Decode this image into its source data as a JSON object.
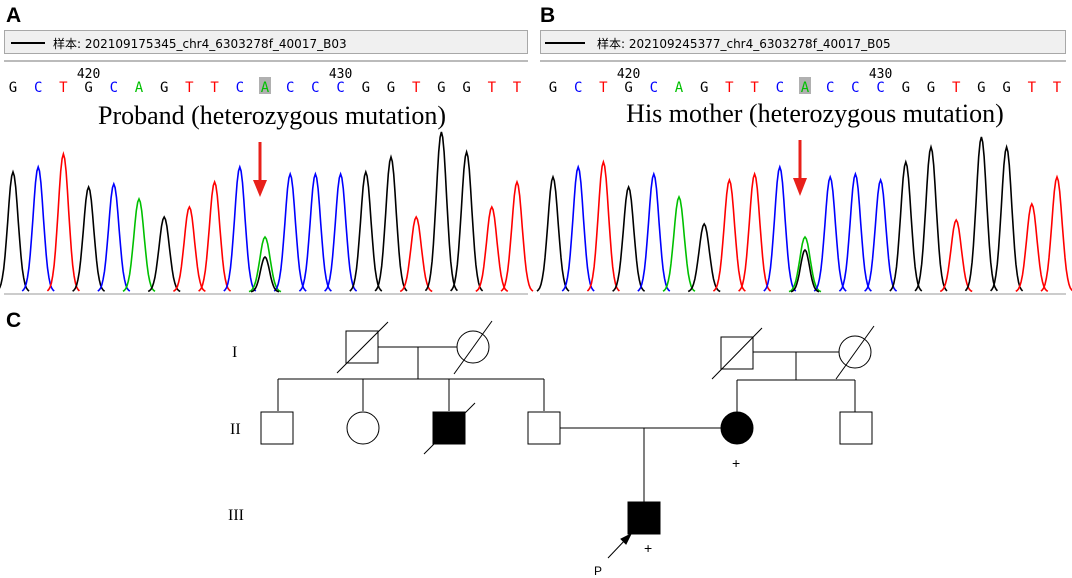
{
  "panels": {
    "a": {
      "letter": "A",
      "sample_label": "样本: 202109175345_chr4_6303278f_40017_B03",
      "caption": "Proband (heterozygous mutation)"
    },
    "b": {
      "letter": "B",
      "sample_label": "样本: 202109245377_chr4_6303278f_40017_B05",
      "caption": "His mother (heterozygous mutation)"
    },
    "c": {
      "letter": "C"
    }
  },
  "sequence": {
    "bases": [
      "G",
      "C",
      "T",
      "G",
      "C",
      "A",
      "G",
      "T",
      "T",
      "C",
      "A",
      "C",
      "C",
      "C",
      "G",
      "G",
      "T",
      "G",
      "G",
      "T",
      "T"
    ],
    "highlight_index": 10,
    "position_labels": [
      {
        "text": "420",
        "index": 3
      },
      {
        "text": "430",
        "index": 13
      }
    ]
  },
  "base_colors": {
    "G": "#000000",
    "C": "#0000ff",
    "T": "#ff0000",
    "A": "#00c000"
  },
  "highlight_color": "#b0b0b0",
  "arrow_color": "#e8201a",
  "pedigree": {
    "generations": [
      "I",
      "II",
      "III"
    ],
    "symbols": {
      "proband_marker": "P",
      "carrier_marker": "+"
    }
  }
}
